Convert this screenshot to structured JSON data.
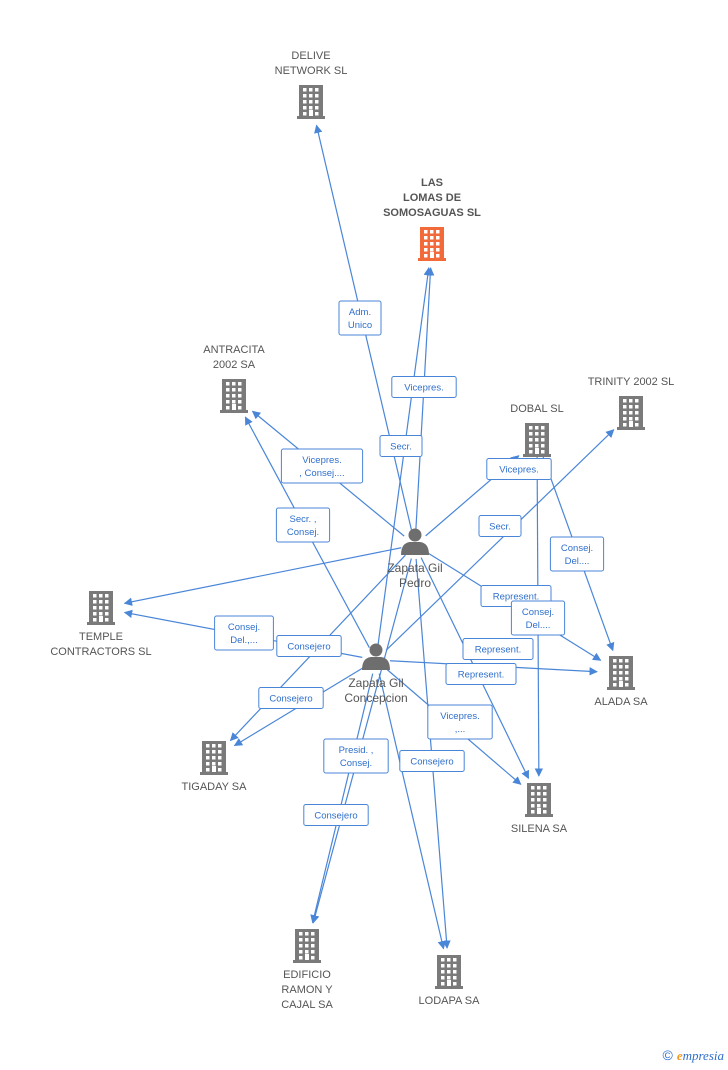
{
  "colors": {
    "edge": "#4a86d8",
    "company": "#7a7a7a",
    "main_company": "#f26a3a",
    "person": "#6e6e6e",
    "text": "#555555"
  },
  "companies": [
    {
      "id": "delive",
      "lines": [
        "DELIVE",
        "NETWORK SL"
      ],
      "label_pos": "above"
    },
    {
      "id": "lomas",
      "lines": [
        "LAS",
        "LOMAS DE",
        "SOMOSAGUAS SL"
      ],
      "label_pos": "above",
      "main": true
    },
    {
      "id": "antracita",
      "lines": [
        "ANTRACITA",
        "2002 SA"
      ],
      "label_pos": "above"
    },
    {
      "id": "trinity",
      "lines": [
        "TRINITY 2002 SL"
      ],
      "label_pos": "above"
    },
    {
      "id": "dobal",
      "lines": [
        "DOBAL  SL"
      ],
      "label_pos": "above"
    },
    {
      "id": "temple",
      "lines": [
        "TEMPLE",
        "CONTRACTORS SL"
      ],
      "label_pos": "below"
    },
    {
      "id": "alada",
      "lines": [
        "ALADA SA"
      ],
      "label_pos": "below"
    },
    {
      "id": "tigaday",
      "lines": [
        "TIGADAY SA"
      ],
      "label_pos": "below"
    },
    {
      "id": "silena",
      "lines": [
        "SILENA SA"
      ],
      "label_pos": "below"
    },
    {
      "id": "edificio",
      "lines": [
        "EDIFICIO",
        "RAMON Y",
        "CAJAL SA"
      ],
      "label_pos": "below"
    },
    {
      "id": "lodapa",
      "lines": [
        "LODAPA SA"
      ],
      "label_pos": "below"
    }
  ],
  "persons": [
    {
      "id": "pedro",
      "lines": [
        "Zapata Gil",
        "Pedro"
      ]
    },
    {
      "id": "concepcion",
      "lines": [
        "Zapata Gil",
        "Concepcion"
      ]
    }
  ],
  "edges": [
    {
      "from": "pedro",
      "to": "delive",
      "label": [
        "Adm.",
        "Unico"
      ]
    },
    {
      "from": "pedro",
      "to": "lomas",
      "label": [
        "Vicepres."
      ]
    },
    {
      "from": "concepcion",
      "to": "lomas",
      "label": [
        "Secr."
      ]
    },
    {
      "from": "pedro",
      "to": "antracita",
      "label": [
        "Vicepres.",
        ", Consej...."
      ]
    },
    {
      "from": "concepcion",
      "to": "antracita",
      "label": [
        "Secr. ,",
        "Consej."
      ]
    },
    {
      "from": "pedro",
      "to": "dobal",
      "label": [
        "Vicepres."
      ]
    },
    {
      "from": "concepcion",
      "to": "trinity",
      "label": [
        "Secr."
      ]
    },
    {
      "from": "dobal",
      "to": "alada",
      "label": [
        "Consej.",
        "Del...."
      ]
    },
    {
      "from": "pedro",
      "to": "alada",
      "label": [
        "Represent."
      ]
    },
    {
      "from": "pedro",
      "to": "temple",
      "label": [
        "Consej.",
        "Del.,..."
      ]
    },
    {
      "from": "concepcion",
      "to": "alada",
      "label": [
        "Represent."
      ]
    },
    {
      "from": "pedro",
      "to": "silena",
      "label": [
        "Consej.",
        "Del...."
      ]
    },
    {
      "from": "pedro",
      "to": "tigaday",
      "label": [
        "Consejero"
      ]
    },
    {
      "from": "concepcion",
      "to": "tigaday",
      "label": [
        "Consejero"
      ]
    },
    {
      "from": "concepcion",
      "to": "silena",
      "label": [
        "Represent."
      ]
    },
    {
      "from": "concepcion",
      "to": "edificio",
      "label": [
        "Presid. ,",
        "Consej."
      ]
    },
    {
      "from": "pedro",
      "to": "edificio",
      "label": [
        "Vicepres.",
        ",..."
      ]
    },
    {
      "from": "concepcion",
      "to": "lodapa",
      "label": [
        "Consejero"
      ]
    },
    {
      "from": "pedro",
      "to": "lodapa",
      "label": [
        "Consejero"
      ]
    },
    {
      "from": "dobal",
      "to": "silena",
      "label": []
    },
    {
      "from": "concepcion",
      "to": "temple",
      "label": []
    }
  ],
  "brand": {
    "symbol": "©",
    "first_letter": "e",
    "rest": "mpresia"
  }
}
